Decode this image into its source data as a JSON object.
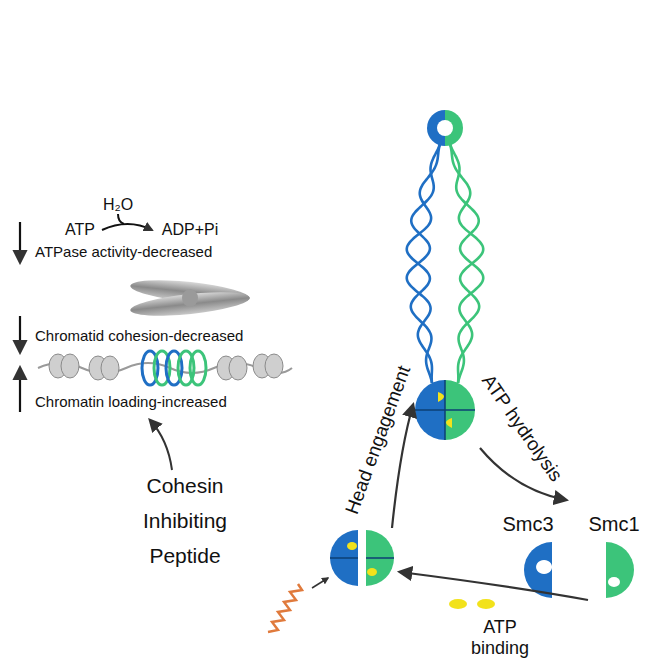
{
  "diagram": {
    "labels": [
      "H₂O",
      "ATP",
      "ADP+Pi",
      "ATPase activity-decreased",
      "Chromatid cohesion-decreased",
      "Chromatin loading-increased",
      "Head engagement",
      "ATP hydrolysis",
      "Smc3",
      "Smc1",
      "ATP binding",
      "Cohesin Inhibiting Peptide"
    ]
  }
}
